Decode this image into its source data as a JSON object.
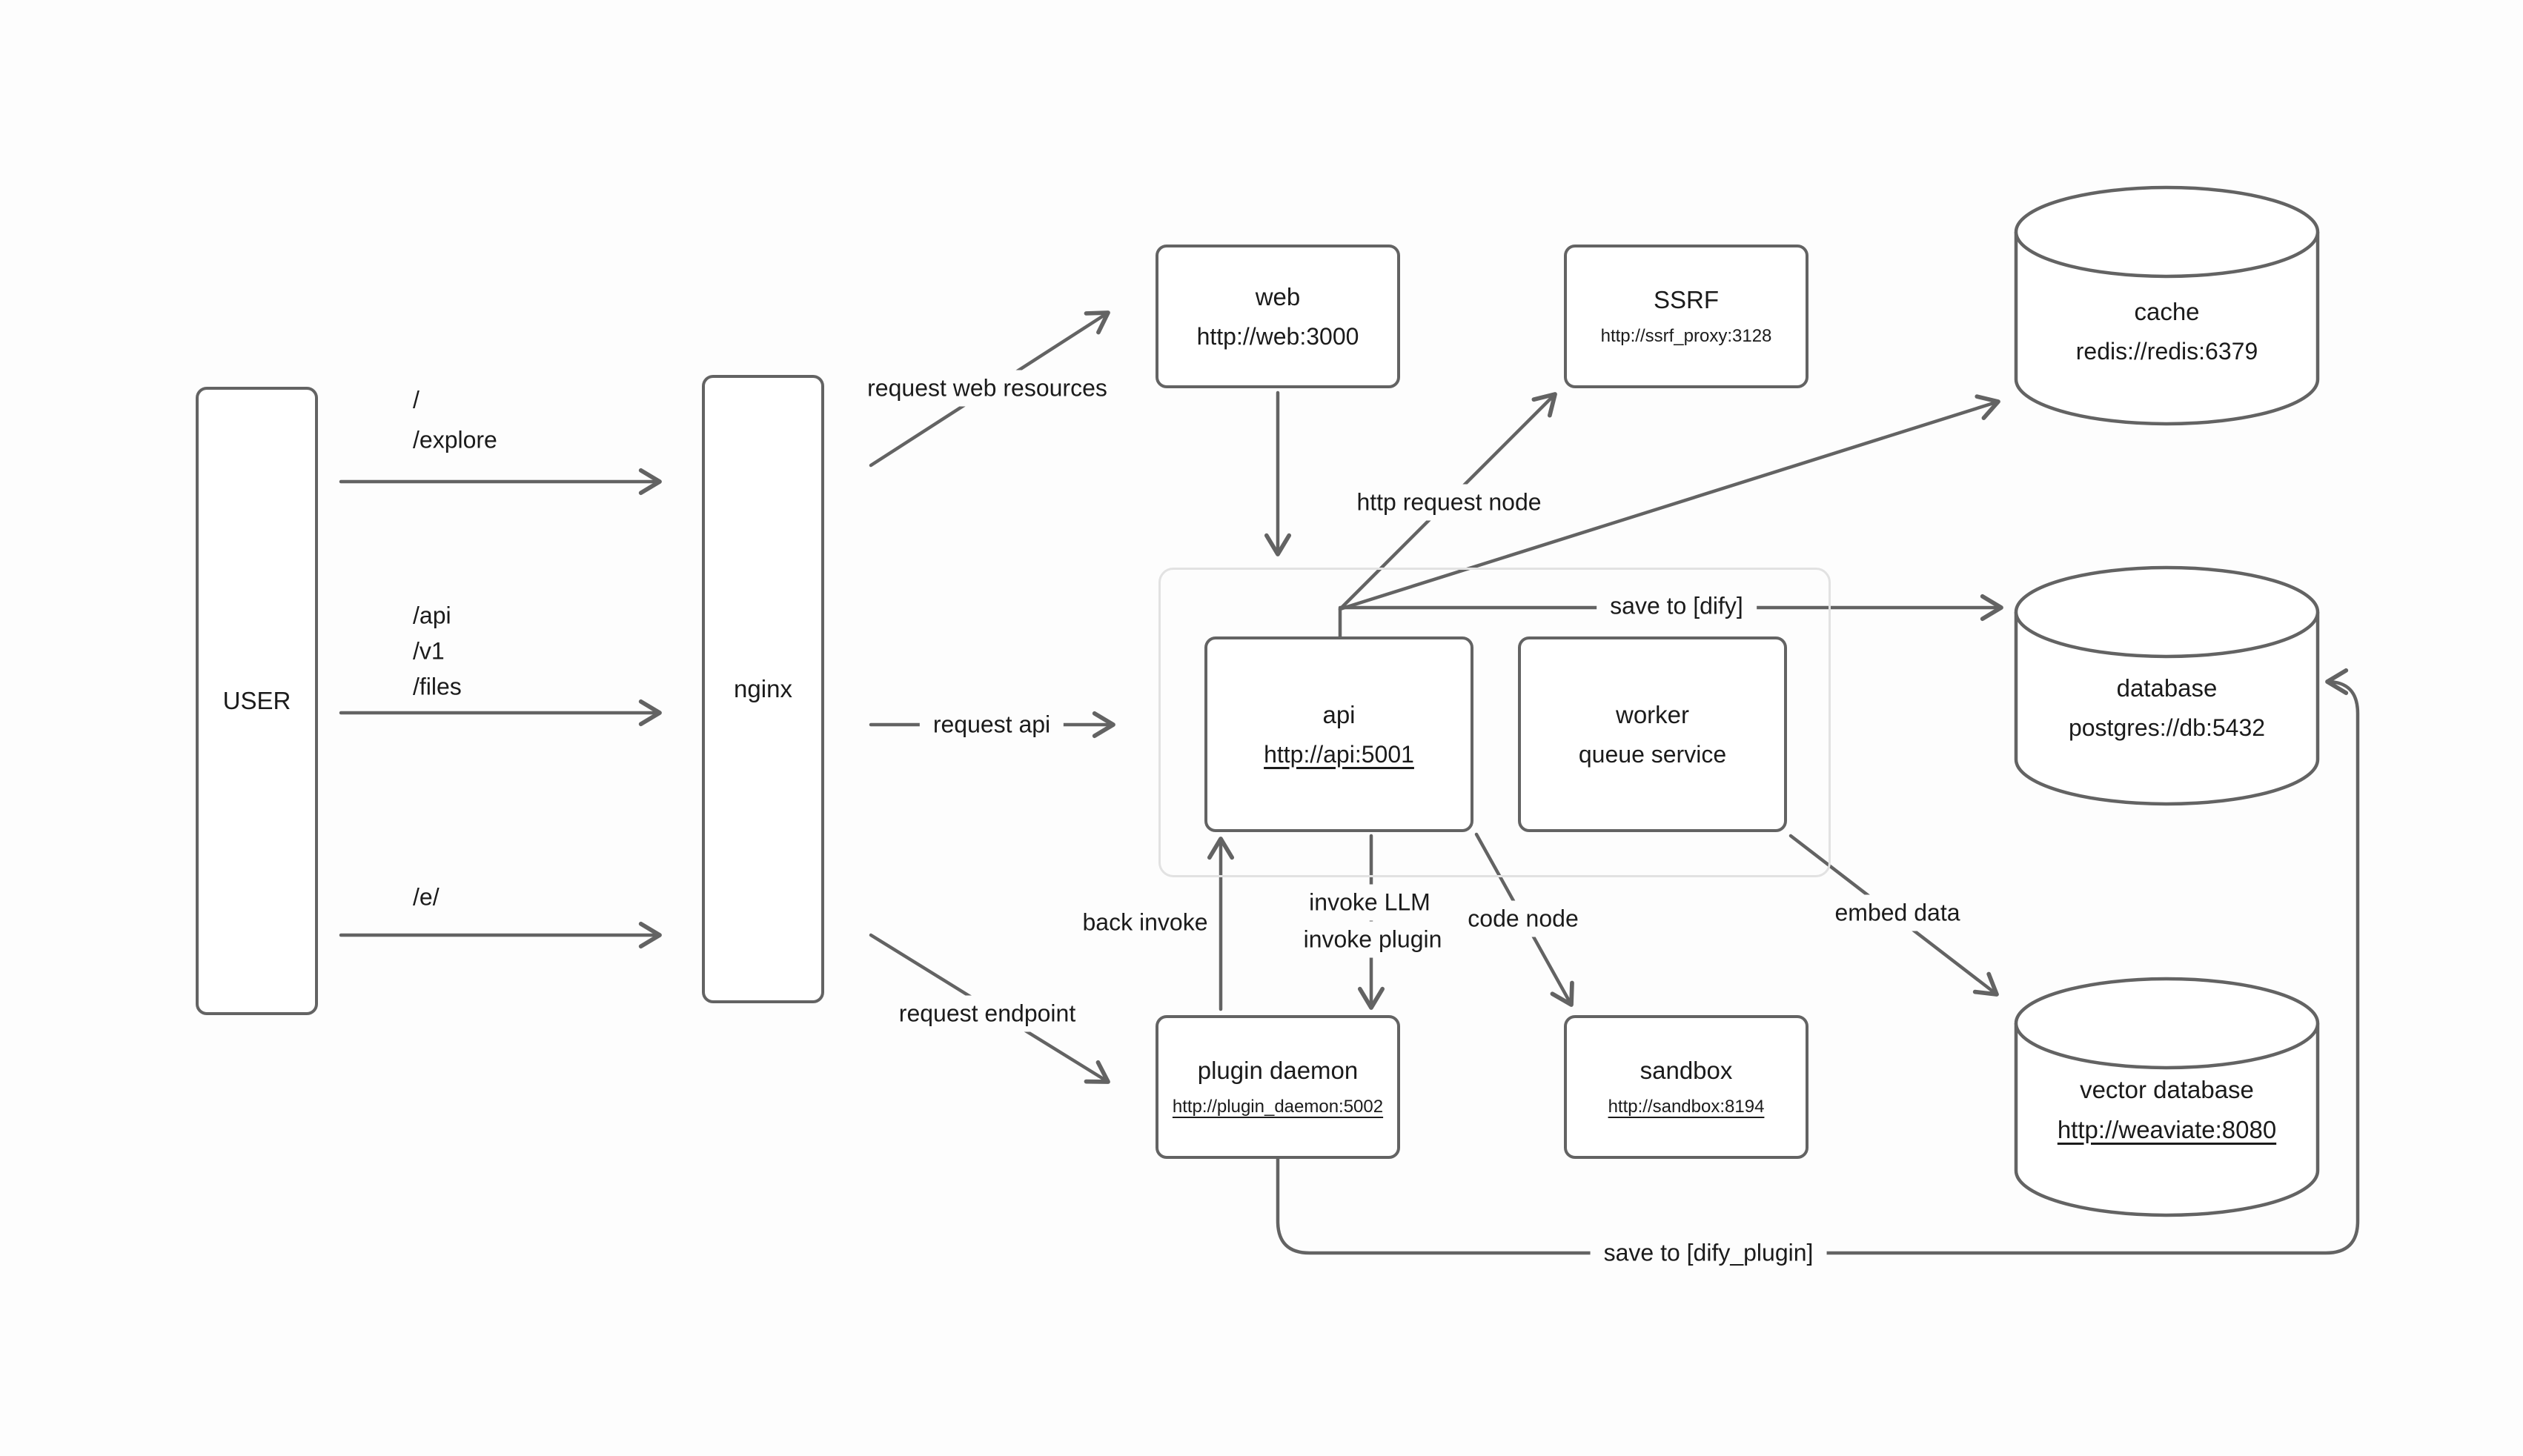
{
  "canvas": {
    "bg": "#fdfdfd",
    "line_color": "#636363",
    "text_color": "#1b1b1b"
  },
  "nodes": {
    "user": {
      "label": "USER"
    },
    "nginx": {
      "label": "nginx"
    },
    "web": {
      "label": "web",
      "url": "http://web:3000"
    },
    "ssrf": {
      "label": "SSRF",
      "url": "http://ssrf_proxy:3128"
    },
    "cache": {
      "label": "cache",
      "url": "redis://redis:6379"
    },
    "api": {
      "label": "api",
      "url": "http://api:5001"
    },
    "worker": {
      "label": "worker",
      "subtitle": "queue service"
    },
    "database": {
      "label": "database",
      "url": "postgres://db:5432"
    },
    "plugin_daemon": {
      "label": "plugin daemon",
      "url": "http://plugin_daemon:5002"
    },
    "sandbox": {
      "label": "sandbox",
      "url": "http://sandbox:8194"
    },
    "vector_database": {
      "label": "vector database",
      "url": "http://weaviate:8080"
    }
  },
  "routes": {
    "root": "/",
    "explore": "/explore",
    "api_path": "/api",
    "v1_path": "/v1",
    "files_path": "/files",
    "e_path": "/e/"
  },
  "edge_labels": {
    "request_web_resources": "request web resources",
    "request_api": "request api",
    "request_endpoint": "request endpoint",
    "http_request_node": "http request node",
    "save_to_dify": "save to [dify]",
    "back_invoke": "back invoke",
    "invoke_llm": "invoke LLM",
    "invoke_plugin": "invoke plugin",
    "code_node": "code node",
    "embed_data": "embed data",
    "save_to_dify_plugin": "save to [dify_plugin]"
  }
}
